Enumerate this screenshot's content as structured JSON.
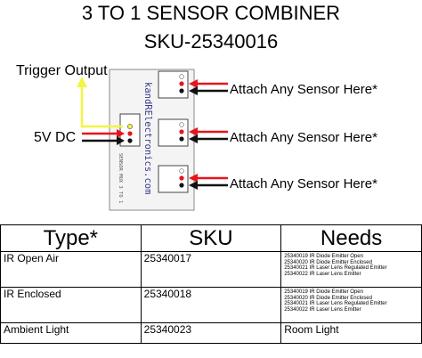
{
  "title": {
    "line1": "3 TO 1 SENSOR COMBINER",
    "line2": "SKU-25340016"
  },
  "labels": {
    "trigger_output": "Trigger Output",
    "power": "5V DC",
    "attach": [
      "Attach Any Sensor Here*",
      "Attach Any Sensor Here*",
      "Attach Any Sensor Here*"
    ]
  },
  "board": {
    "vertical_text": "kandRElectronics.com",
    "small_text": "SENSOR MUX 3 TO 1"
  },
  "colors": {
    "signal": "#f2f542",
    "positive": "#e8141b",
    "ground": "#111111",
    "board": "#f4f4f4"
  },
  "table": {
    "headers": [
      "Type*",
      "SKU",
      "Needs"
    ],
    "rows": [
      {
        "type": "IR Open Air",
        "sku": "25340017",
        "needs": [
          "25340019 IR Diode Emitter Open",
          "25340020 IR Diode Emitter Enclosed",
          "25340021 IR Laser Lens Regulated Emitter",
          "25340022 IR Laser Lens Emitter"
        ]
      },
      {
        "type": "IR Enclosed",
        "sku": "25340018",
        "needs": [
          "25340019 IR Diode Emitter Open",
          "25340020 IR Diode Emitter Enclosed",
          "25340021 IR Laser Lens Regulated Emitter",
          "25340022 IR Laser Lens Emitter"
        ]
      },
      {
        "type": "Ambient Light",
        "sku": "25340023",
        "needs": [
          "Room Light"
        ]
      }
    ]
  }
}
